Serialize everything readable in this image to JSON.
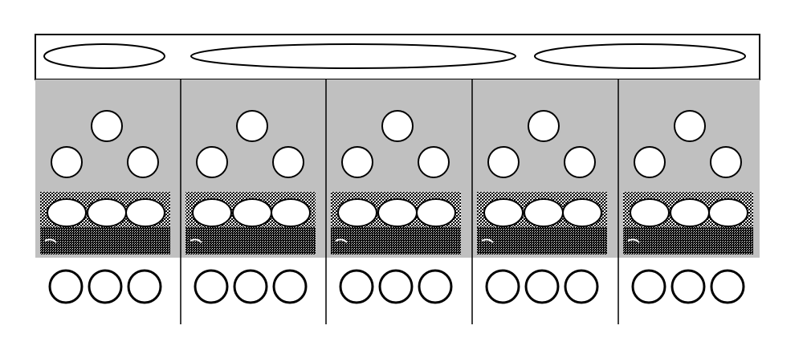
{
  "diagram": {
    "top_bar": {
      "ellipse_count": 3
    },
    "columns": [
      {
        "id": "col-1"
      },
      {
        "id": "col-2"
      },
      {
        "id": "col-3"
      },
      {
        "id": "col-4"
      },
      {
        "id": "col-5"
      }
    ],
    "column_content": {
      "upper_circles": 3,
      "middle_ovals": 3,
      "bottom_circles": 3
    },
    "colors": {
      "panel_fill": "#c0c0c0",
      "stroke": "#000000",
      "background": "#ffffff",
      "shape_fill": "#ffffff"
    }
  }
}
